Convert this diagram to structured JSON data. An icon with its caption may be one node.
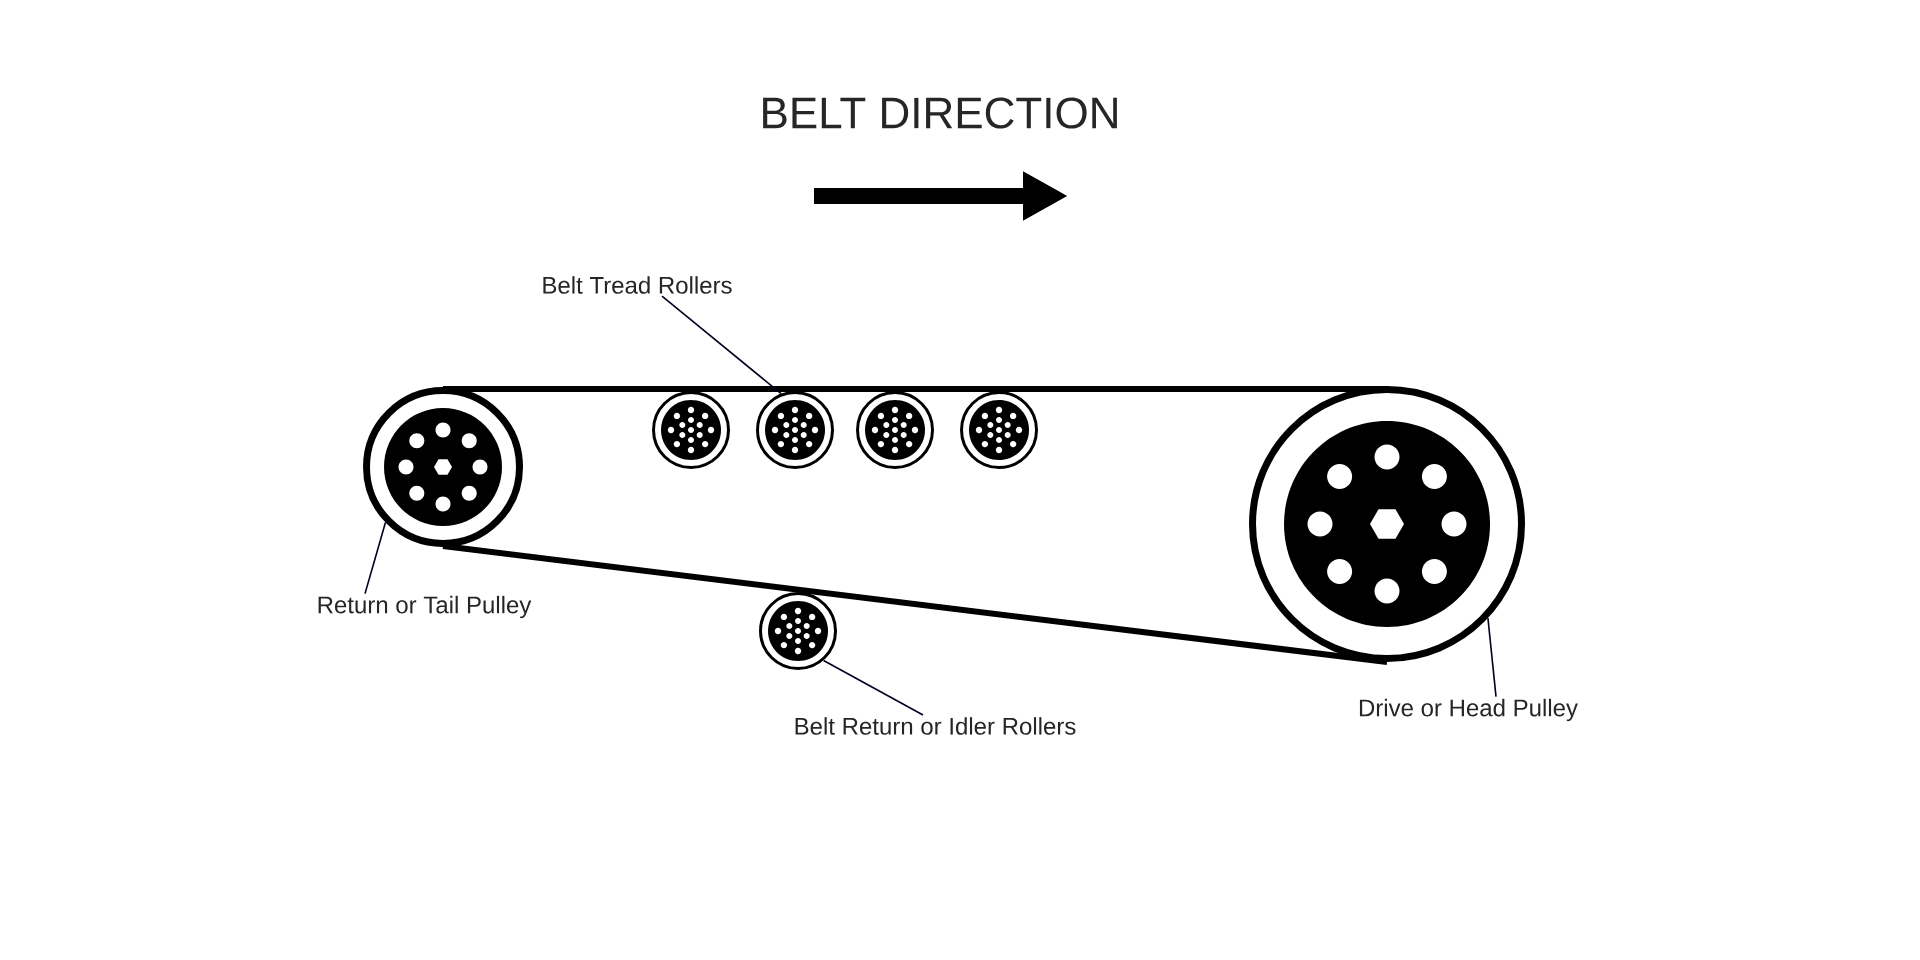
{
  "diagram": {
    "title": "BELT DIRECTION",
    "nodes": [
      {
        "text": [
          "Belt Tread Rollers"
        ]
      },
      {
        "text": [],
        "shape": "circle"
      },
      {
        "text": [],
        "shape": "circle"
      },
      {
        "text": [],
        "shape": "circle"
      },
      {
        "text": [],
        "shape": "circle"
      },
      {
        "text": [],
        "shape": "circle"
      },
      {
        "text": [],
        "shape": "circle"
      },
      {
        "text": [
          "Return or Tail Pulley"
        ]
      },
      {
        "text": [],
        "shape": "circle"
      },
      {
        "text": [
          "Belt Return or Idler Rollers"
        ]
      },
      {
        "text": [
          "Drive or Head Pulley"
        ]
      }
    ],
    "edges": [
      {
        "from": 0,
        "to": 3,
        "arrow": "none"
      },
      {
        "from": 7,
        "to": 1,
        "arrow": "none"
      },
      {
        "from": 9,
        "to": 8,
        "arrow": "none"
      },
      {
        "from": 10,
        "to": 6,
        "arrow": "none"
      }
    ]
  }
}
